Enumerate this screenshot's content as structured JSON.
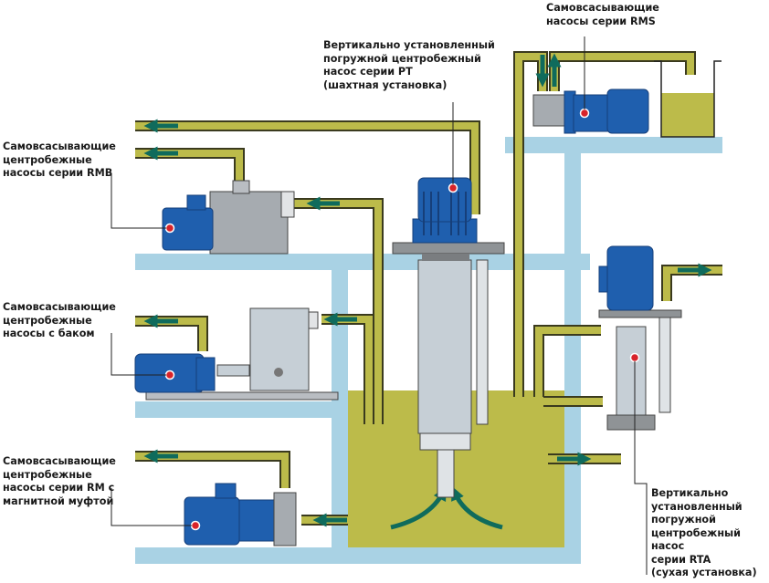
{
  "colors": {
    "liquid": "#bcbb4a",
    "pipe_outline": "#3a3a1e",
    "floor": "#a9d2e4",
    "motor_blue": "#1f5fae",
    "motor_dark": "#163f7a",
    "pump_grey": "#b9bdc2",
    "arrow_teal": "#0f6b5c",
    "marker_red": "#d8232a"
  },
  "labels": {
    "rms": "Самовсасывающие\nнасосы серии RMS",
    "pt": "Вертикально установленный\nпогружной центробежный\nнасос серии PT\n(шахтная установка)",
    "rmb": "Самовсасывающие\nцентробежные\nнасосы серии RMB",
    "tank": "Самовсасывающие\nцентробежные\nнасосы с баком",
    "rm": "Самовсасывающие\nцентробежные\nнасосы серии RM с\nмагнитной муфтой",
    "rta": "Вертикально\nустановленный\nпогружной\nцентробежный насос\nсерии RTA\n(сухая установка)"
  },
  "icons": {
    "flow_arrow": "flow-arrow-icon",
    "pump_marker": "pump-marker-icon"
  }
}
